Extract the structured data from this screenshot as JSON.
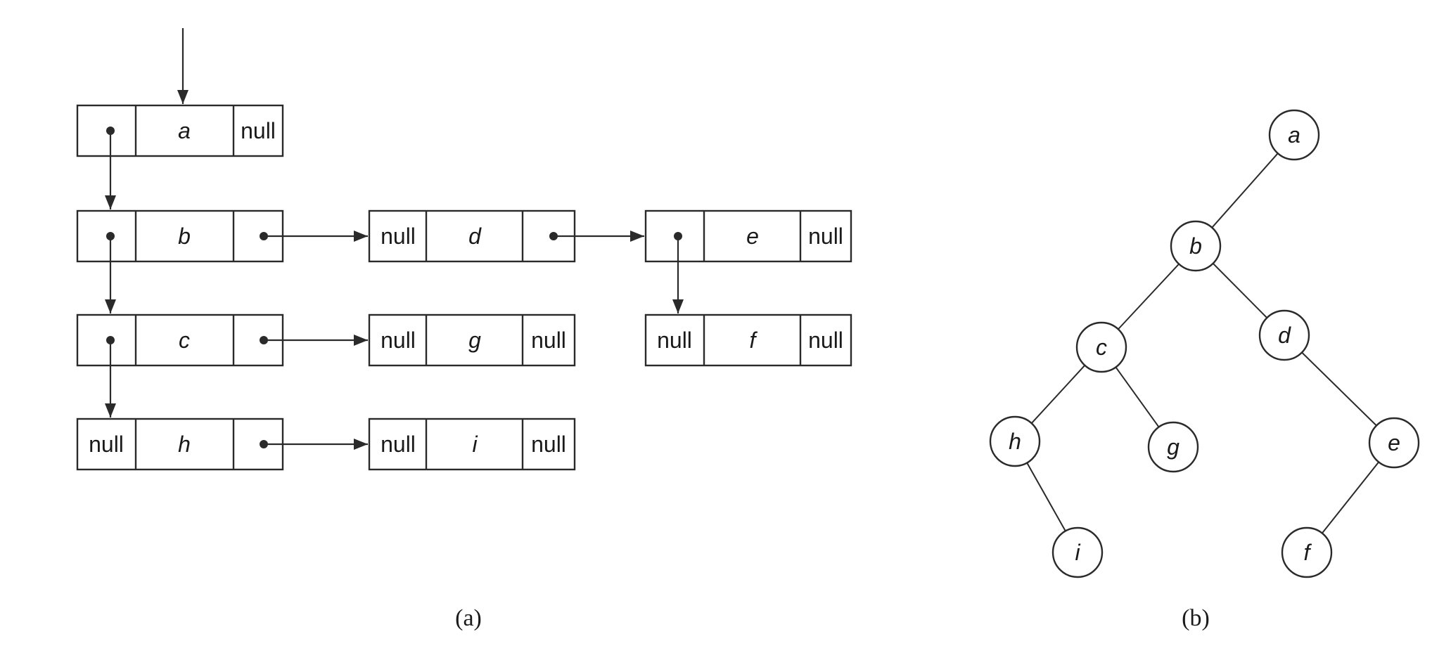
{
  "linked_representation": {
    "caption": "(a)",
    "null_label": "null",
    "nodes": [
      {
        "key": "a"
      },
      {
        "key": "b"
      },
      {
        "key": "c"
      },
      {
        "key": "h"
      },
      {
        "key": "d"
      },
      {
        "key": "g"
      },
      {
        "key": "i"
      },
      {
        "key": "e"
      },
      {
        "key": "f"
      }
    ]
  },
  "tree_representation": {
    "caption": "(b)",
    "nodes": [
      {
        "key": "a"
      },
      {
        "key": "b"
      },
      {
        "key": "c"
      },
      {
        "key": "d"
      },
      {
        "key": "h"
      },
      {
        "key": "g"
      },
      {
        "key": "e"
      },
      {
        "key": "i"
      },
      {
        "key": "f"
      }
    ],
    "edges": [
      [
        "a",
        "b"
      ],
      [
        "b",
        "c"
      ],
      [
        "b",
        "d"
      ],
      [
        "c",
        "h"
      ],
      [
        "c",
        "g"
      ],
      [
        "h",
        "i"
      ],
      [
        "d",
        "e"
      ],
      [
        "e",
        "f"
      ]
    ]
  },
  "colors": {
    "stroke": "#2a2a2a",
    "text": "#1a1a1a",
    "background": "#ffffff"
  }
}
